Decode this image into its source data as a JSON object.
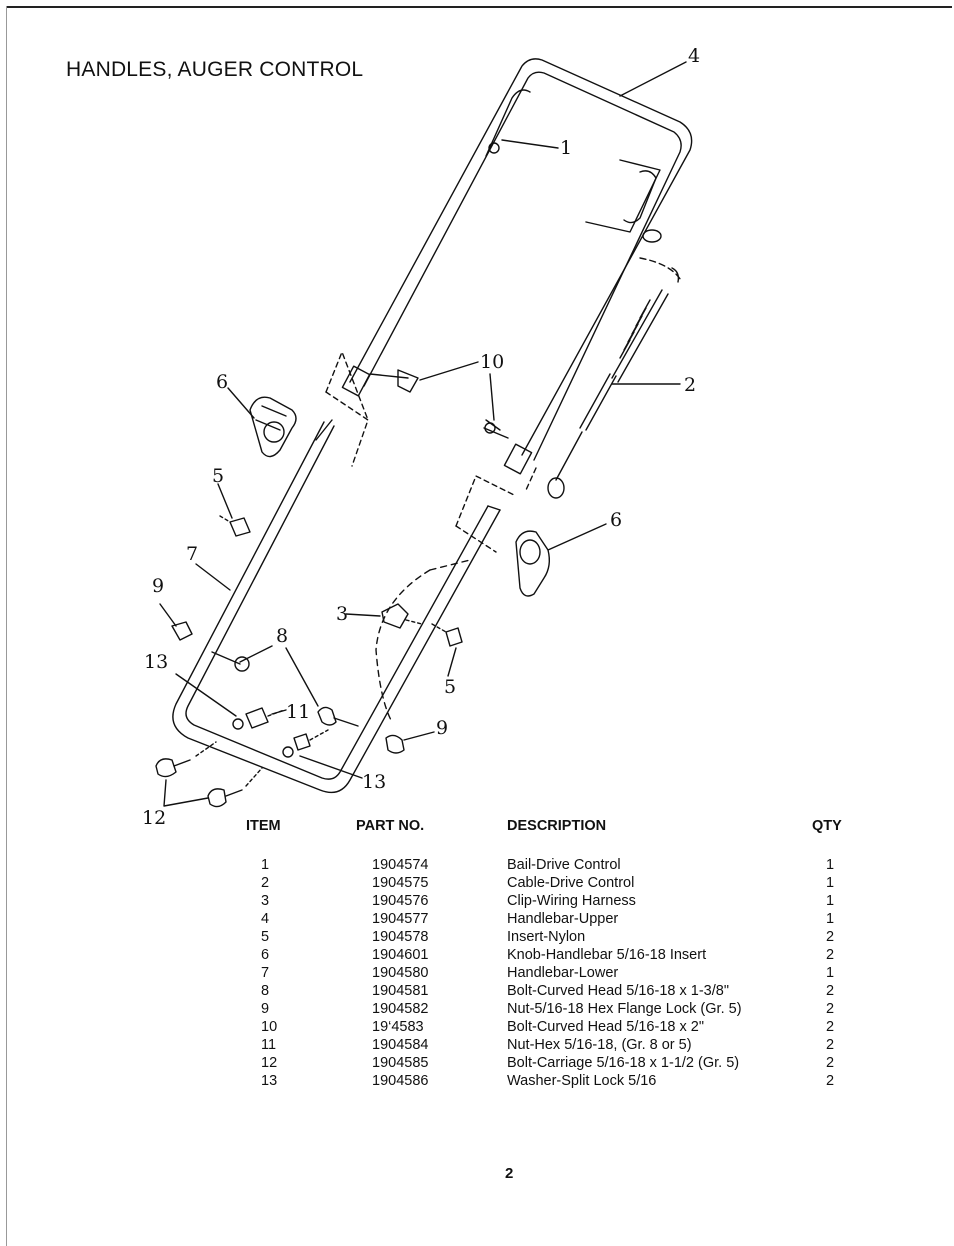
{
  "title": "HANDLES, AUGER CONTROL",
  "callouts": [
    "1",
    "2",
    "3",
    "4",
    "5",
    "5",
    "6",
    "6",
    "7",
    "8",
    "9",
    "9",
    "10",
    "11",
    "12",
    "13",
    "13"
  ],
  "table": {
    "headers": {
      "item": "ITEM",
      "part": "PART NO.",
      "description": "DESCRIPTION",
      "qty": "QTY"
    },
    "rows": [
      {
        "item": "1",
        "part": "1904574",
        "description": "Bail-Drive Control",
        "qty": "1"
      },
      {
        "item": "2",
        "part": "1904575",
        "description": "Cable-Drive Control",
        "qty": "1"
      },
      {
        "item": "3",
        "part": "1904576",
        "description": "Clip-Wiring Harness",
        "qty": "1"
      },
      {
        "item": "4",
        "part": "1904577",
        "description": "Handlebar-Upper",
        "qty": "1"
      },
      {
        "item": "5",
        "part": "1904578",
        "description": "Insert-Nylon",
        "qty": "2"
      },
      {
        "item": "6",
        "part": "1904601",
        "description": "Knob-Handlebar 5/16-18 Insert",
        "qty": "2"
      },
      {
        "item": "7",
        "part": "1904580",
        "description": "Handlebar-Lower",
        "qty": "1"
      },
      {
        "item": "8",
        "part": "1904581",
        "description": "Bolt-Curved Head 5/16-18 x 1-3/8\"",
        "qty": "2"
      },
      {
        "item": "9",
        "part": "1904582",
        "description": "Nut-5/16-18 Hex Flange Lock (Gr. 5)",
        "qty": "2"
      },
      {
        "item": "10",
        "part": "19‘4583",
        "description": "Bolt-Curved Head 5/16-18 x 2\"",
        "qty": "2"
      },
      {
        "item": "11",
        "part": "1904584",
        "description": "Nut-Hex 5/16-18, (Gr. 8 or 5)",
        "qty": "2"
      },
      {
        "item": "12",
        "part": "1904585",
        "description": "Bolt-Carriage 5/16-18 x 1-1/2 (Gr. 5)",
        "qty": "2"
      },
      {
        "item": "13",
        "part": "1904586",
        "description": "Washer-Split Lock 5/16",
        "qty": "2"
      }
    ]
  },
  "page_number": "2"
}
